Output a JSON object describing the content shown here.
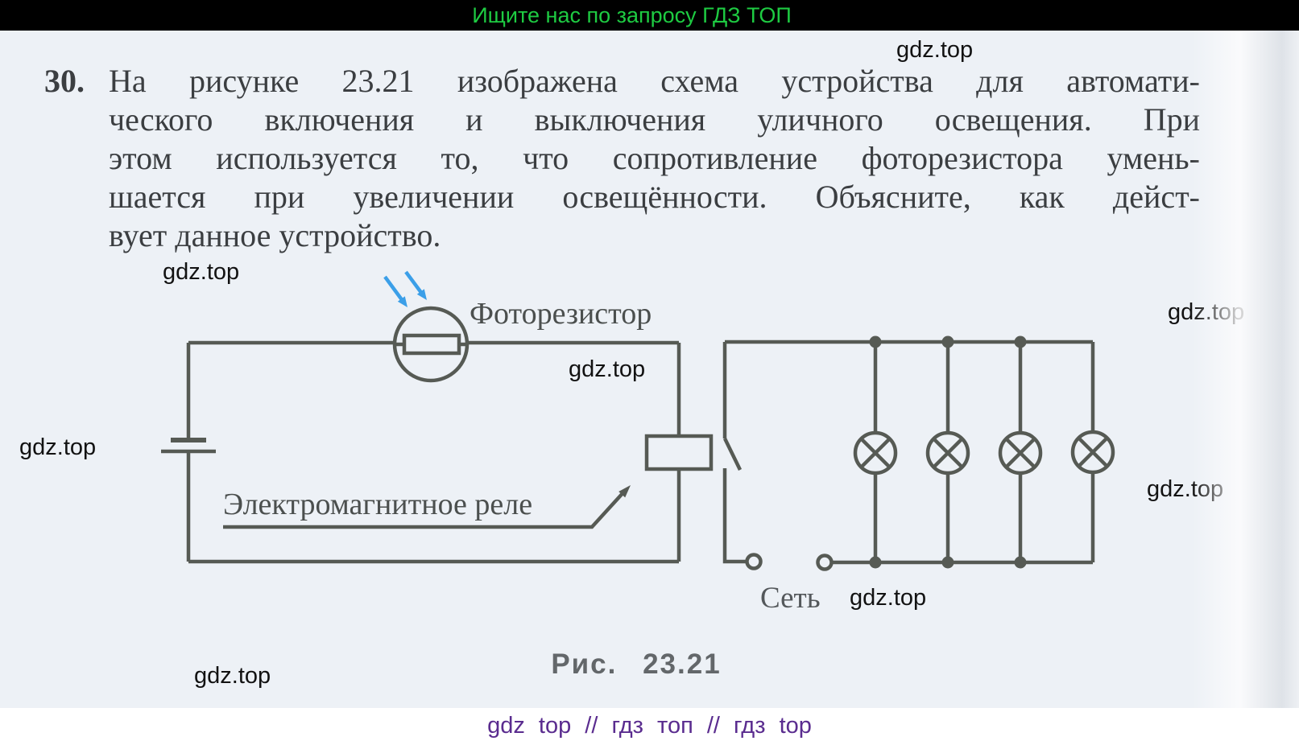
{
  "header": {
    "text": "Ищите нас по запросу ГДЗ ТОП"
  },
  "problem": {
    "number": "30.",
    "lines": [
      "На рисунке 23.21 изображена схема устройства для автомати-",
      "ческого включения и выключения уличного освещения. При",
      "этом используется то, что сопротивление фоторезистора умень-",
      "шается при увеличении освещённости. Объясните, как дейст-",
      "вует данное устройство."
    ]
  },
  "figure": {
    "photoresistor_label": "Фоторезистор",
    "relay_label": "Электромагнитное реле",
    "mains_label": "Сеть",
    "caption": "Рис. 23.21",
    "lamp_count": 4
  },
  "watermark": {
    "text": "gdz.top"
  },
  "footer": {
    "text": "gdz top // гдз топ // гдз top"
  },
  "colors": {
    "header_text": "#1ecb42",
    "footer_text": "#5a2c8f",
    "page_bg": "#edf1f6",
    "wire": "#565a54",
    "light_ray_blue": "#3b9fe8",
    "body_text": "#3b3e41"
  }
}
